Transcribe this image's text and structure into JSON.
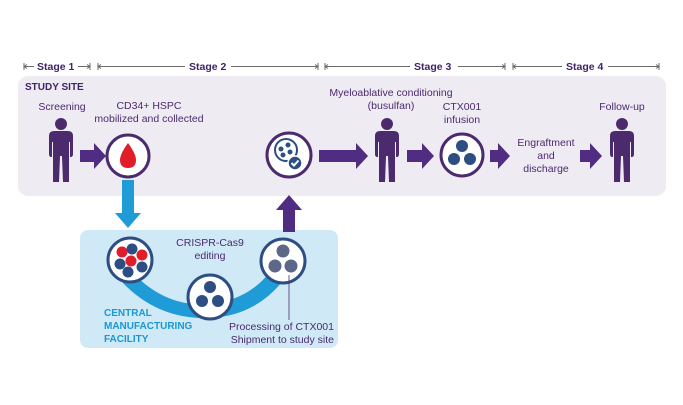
{
  "stages": [
    "Stage 1",
    "Stage 2",
    "Stage 3",
    "Stage 4"
  ],
  "sections": {
    "study_site": "STUDY SITE",
    "central_facility": [
      "CENTRAL",
      "MANUFACTURING",
      "FACILITY"
    ]
  },
  "steps": {
    "screening": "Screening",
    "hspc": [
      "CD34+ HSPC",
      "mobilized and collected"
    ],
    "conditioning": [
      "Myeloablative conditioning",
      "(busulfan)"
    ],
    "infusion": [
      "CTX001",
      "infusion"
    ],
    "engraftment": [
      "Engraftment",
      "and",
      "discharge"
    ],
    "follow_up": "Follow-up",
    "editing": [
      "CRISPR-Cas9",
      "editing"
    ],
    "processing": [
      "Processing of CTX001",
      "Shipment to study site"
    ]
  },
  "colors": {
    "study_site_bg": "#efebf3",
    "facility_bg": "#cfe9f6",
    "facility_text": "#1a98d4",
    "purple": "#4b2a6e",
    "arrow_purple": "#502d82",
    "arrow_blue": "#1f9bd7",
    "cell_navy": "#2d4e82",
    "cell_red": "#e11d2a",
    "cell_gray": "#5d6889"
  },
  "icons": [
    "person-icon",
    "blood-drop-icon",
    "cell-cluster-icon",
    "check-icon",
    "bracket-icon"
  ]
}
